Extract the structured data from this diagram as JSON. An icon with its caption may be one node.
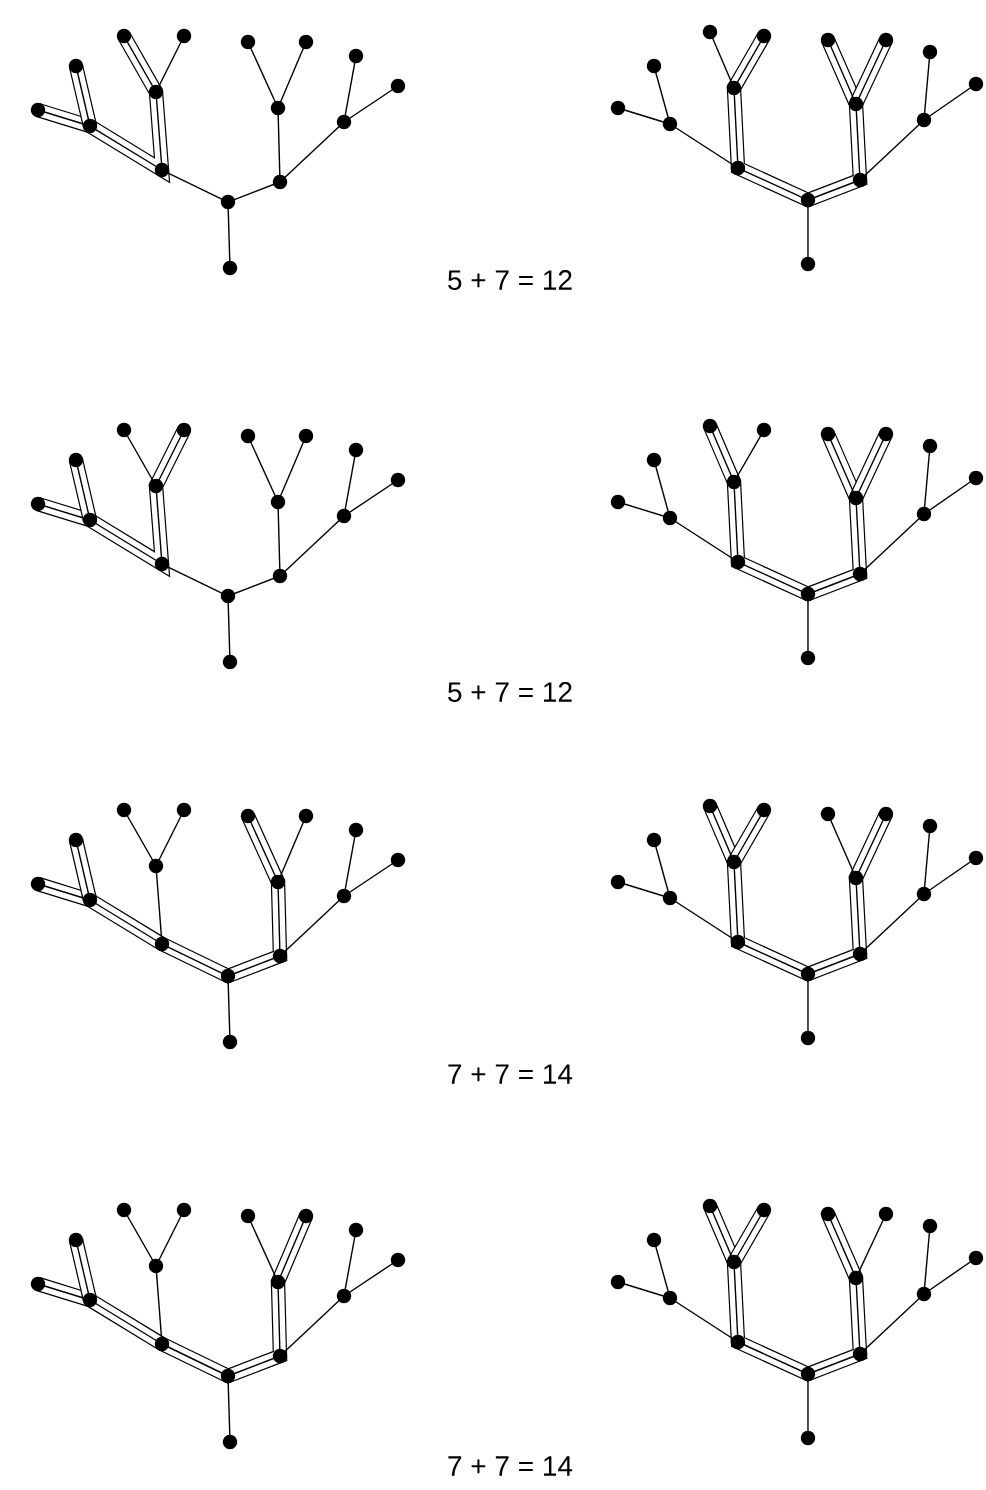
{
  "diagram": {
    "labels": [
      "5 + 7 = 12",
      "5 + 7 = 12",
      "7 + 7 = 14",
      "7 + 7 = 14"
    ]
  }
}
